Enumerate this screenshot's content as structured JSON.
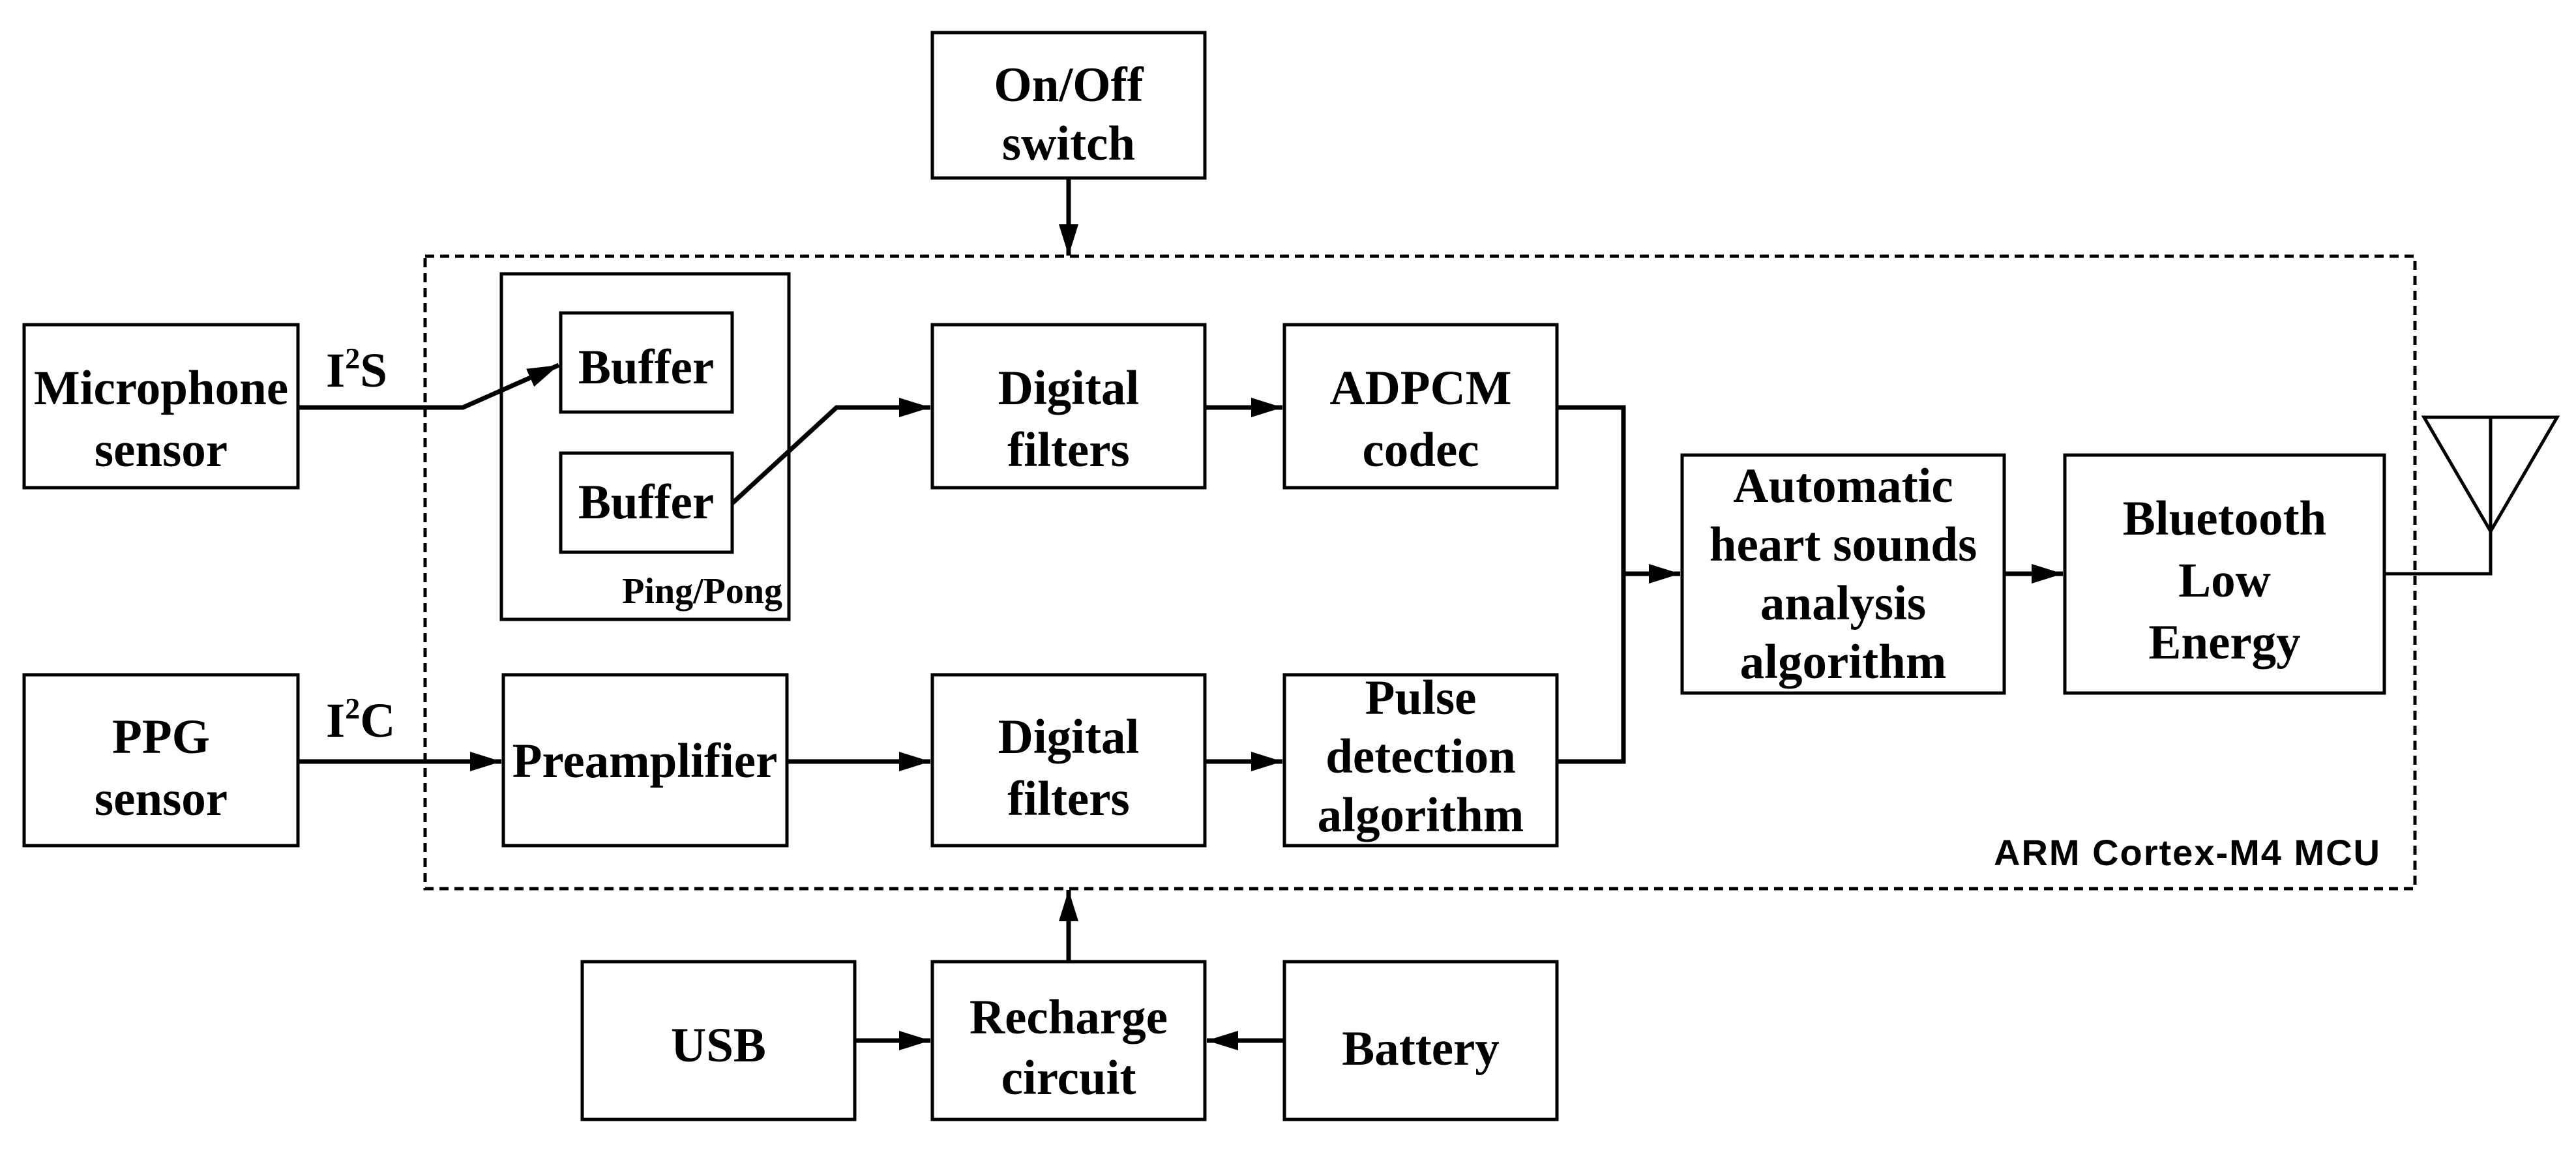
{
  "blocks": {
    "onoff": [
      "On/Off",
      "switch"
    ],
    "microphone": [
      "Microphone",
      "sensor"
    ],
    "ppg": [
      "PPG",
      "sensor"
    ],
    "buffer1": "Buffer",
    "buffer2": "Buffer",
    "pingpong": "Ping/Pong",
    "digital_filters_1": [
      "Digital",
      "filters"
    ],
    "digital_filters_2": [
      "Digital",
      "filters"
    ],
    "adpcm": [
      "ADPCM",
      "codec"
    ],
    "pulse": [
      "Pulse",
      "detection",
      "algorithm"
    ],
    "preamplifier": "Preamplifier",
    "heart": [
      "Automatic",
      "heart sounds",
      "analysis",
      "algorithm"
    ],
    "ble": [
      "Bluetooth",
      "Low",
      "Energy"
    ],
    "usb": "USB",
    "recharge": [
      "Recharge",
      "circuit"
    ],
    "battery": "Battery"
  },
  "interfaces": {
    "i2s": {
      "base": "I",
      "sup": "2",
      "rest": "S"
    },
    "i2c": {
      "base": "I",
      "sup": "2",
      "rest": "C"
    }
  },
  "mcu_label": "ARM Cortex-M4 MCU",
  "icons": {
    "antenna": "antenna-icon"
  }
}
